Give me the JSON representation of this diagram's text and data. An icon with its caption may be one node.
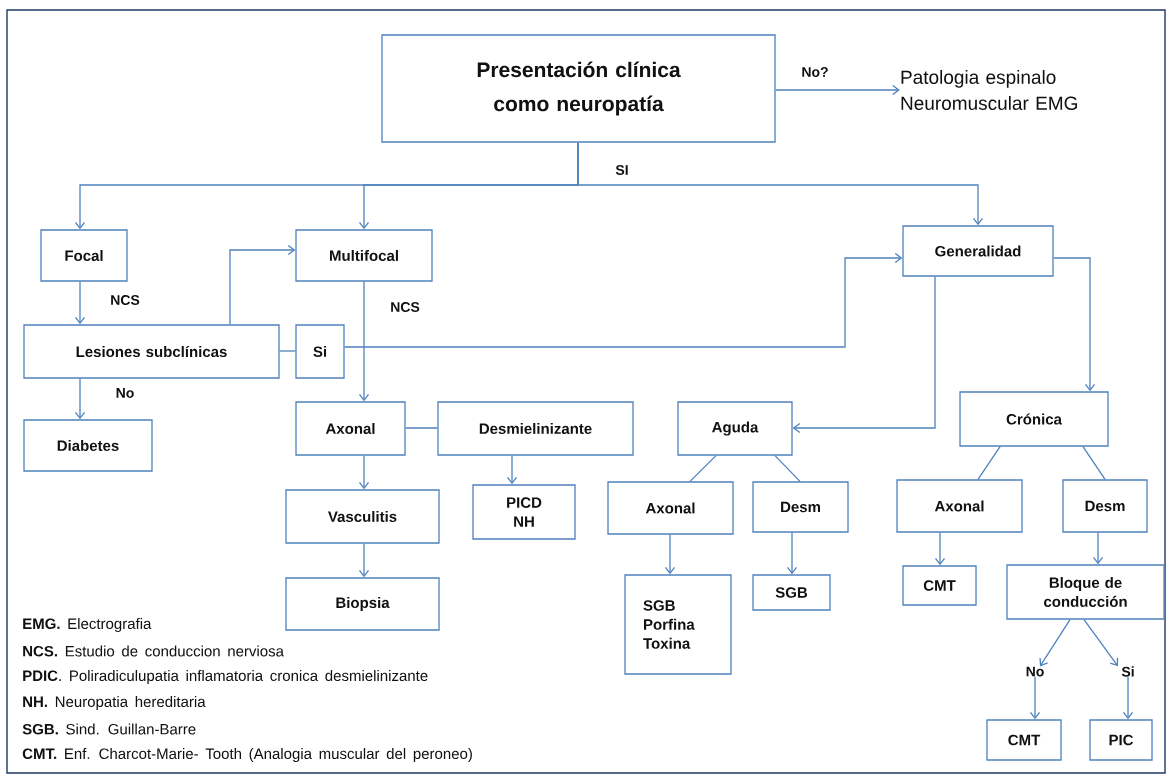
{
  "diagram": {
    "nodes": [
      {
        "text": [
          "Presentación clínica como neuropatía"
        ]
      },
      {
        "text": [
          "Patologia espinalo Neuromuscular EMG"
        ]
      },
      {
        "text": [
          "Focal"
        ]
      },
      {
        "text": [
          "Multifocal"
        ]
      },
      {
        "text": [
          "Generalidad"
        ]
      },
      {
        "text": [
          "Lesiones subclínicas"
        ]
      },
      {
        "text": [
          "Si"
        ]
      },
      {
        "text": [
          "Diabetes"
        ]
      },
      {
        "text": [
          "Axonal"
        ]
      },
      {
        "text": [
          "Desmielinizante"
        ]
      },
      {
        "text": [
          "Aguda"
        ]
      },
      {
        "text": [
          "Crónica"
        ]
      },
      {
        "text": [
          "Vasculitis"
        ]
      },
      {
        "text": [
          "PICD NH"
        ]
      },
      {
        "text": [
          "Axonal"
        ]
      },
      {
        "text": [
          "Desm"
        ]
      },
      {
        "text": [
          "Axonal"
        ]
      },
      {
        "text": [
          "Desm"
        ]
      },
      {
        "text": [
          "Biopsia"
        ]
      },
      {
        "text": [
          "SGB Porfina Toxina"
        ]
      },
      {
        "text": [
          "SGB"
        ]
      },
      {
        "text": [
          "CMT"
        ]
      },
      {
        "text": [
          "Bloque de conducción"
        ]
      },
      {
        "text": [
          "No"
        ]
      },
      {
        "text": [
          "Si"
        ]
      },
      {
        "text": [
          "CMT"
        ]
      },
      {
        "text": [
          "PIC"
        ]
      }
    ],
    "edges": [
      {
        "from": 0,
        "to": 1,
        "arrow": "to",
        "label": "No?"
      },
      {
        "from": 0,
        "to": 2,
        "arrow": "to"
      },
      {
        "from": 0,
        "to": 3,
        "arrow": "to"
      },
      {
        "from": 0,
        "to": 4,
        "arrow": "to",
        "label": "SI"
      },
      {
        "from": 2,
        "to": 5,
        "arrow": "to",
        "label": "NCS"
      },
      {
        "from": 3,
        "to": 8,
        "arrow": "to",
        "label": "NCS"
      },
      {
        "from": 5,
        "to": 3,
        "arrow": "to"
      },
      {
        "from": 5,
        "to": 6,
        "arrow": "none"
      },
      {
        "from": 6,
        "to": 4,
        "arrow": "to"
      },
      {
        "from": 5,
        "to": 7,
        "arrow": "to",
        "label": "No"
      },
      {
        "from": 8,
        "to": 9,
        "arrow": "none"
      },
      {
        "from": 8,
        "to": 12,
        "arrow": "to"
      },
      {
        "from": 12,
        "to": 18,
        "arrow": "to"
      },
      {
        "from": 9,
        "to": 13,
        "arrow": "to"
      },
      {
        "from": 4,
        "to": 10,
        "arrow": "to"
      },
      {
        "from": 4,
        "to": 11,
        "arrow": "to"
      },
      {
        "from": 10,
        "to": 14,
        "arrow": "none"
      },
      {
        "from": 10,
        "to": 15,
        "arrow": "none"
      },
      {
        "from": 11,
        "to": 16,
        "arrow": "none"
      },
      {
        "from": 11,
        "to": 17,
        "arrow": "none"
      },
      {
        "from": 14,
        "to": 19,
        "arrow": "to"
      },
      {
        "from": 15,
        "to": 20,
        "arrow": "to"
      },
      {
        "from": 16,
        "to": 21,
        "arrow": "to"
      },
      {
        "from": 17,
        "to": 22,
        "arrow": "to"
      },
      {
        "from": 22,
        "to": 23,
        "arrow": "to"
      },
      {
        "from": 22,
        "to": 24,
        "arrow": "to"
      },
      {
        "from": 23,
        "to": 25,
        "arrow": "to"
      },
      {
        "from": 24,
        "to": 26,
        "arrow": "to"
      }
    ],
    "labels": [
      "**EMG.** Electrografia",
      "**NCS.** Estudio de conduccion nerviosa",
      "**PDIC**. Poliradiculupatia inflamatoria cronica desmielinizante",
      "**NH.** Neuropatia hereditaria",
      "**SGB.** Sind. Guillan-Barre",
      "**CMT.** Enf. Charcot-Marie- Tooth (Analogia muscular del peroneo)"
    ]
  }
}
